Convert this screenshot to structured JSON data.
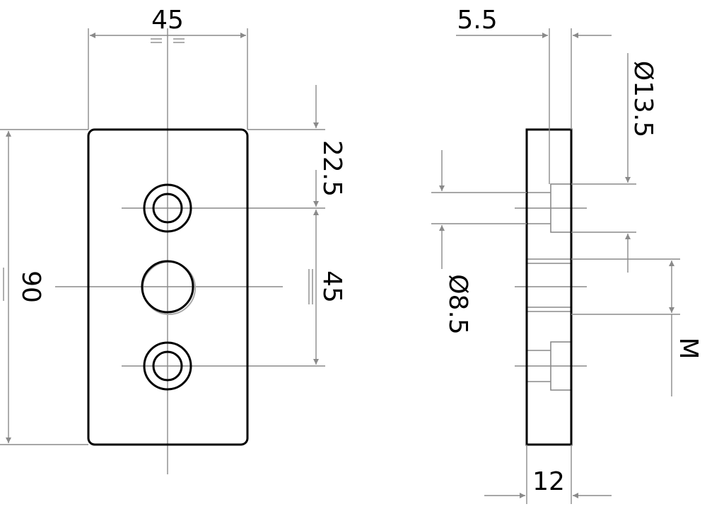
{
  "front_view": {
    "width_label": "45",
    "height_label": "90",
    "top_offset_label": "22.5",
    "hole_spacing_label": "45"
  },
  "side_view": {
    "counterbore_depth_label": "5.5",
    "counterbore_diameter_label": "Ø13.5",
    "hole_diameter_label": "Ø8.5",
    "thread_label": "M",
    "thickness_label": "12"
  },
  "colors": {
    "part": "#000000",
    "dimension": "#8a8a8a"
  }
}
